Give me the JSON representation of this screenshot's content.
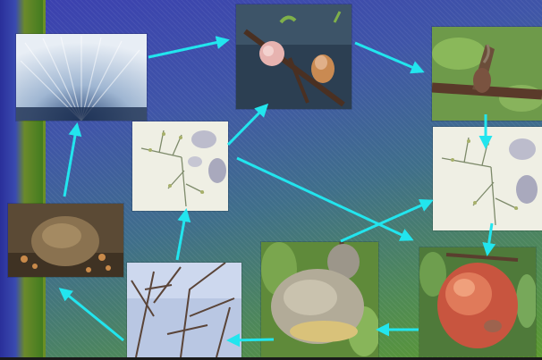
{
  "arrow_color": "#22e5ee",
  "photos": [
    {
      "id": "spore-micrograph",
      "label": ""
    },
    {
      "id": "blossom-infection",
      "label": ""
    },
    {
      "id": "twig-canker",
      "label": ""
    },
    {
      "id": "sporulation-sketch-left",
      "label": ""
    },
    {
      "id": "sporulation-sketch-right",
      "label": ""
    },
    {
      "id": "mummy-apothecia",
      "label": ""
    },
    {
      "id": "bare-branches",
      "label": ""
    },
    {
      "id": "mummified-fruit",
      "label": ""
    },
    {
      "id": "rotting-peach",
      "label": ""
    }
  ]
}
